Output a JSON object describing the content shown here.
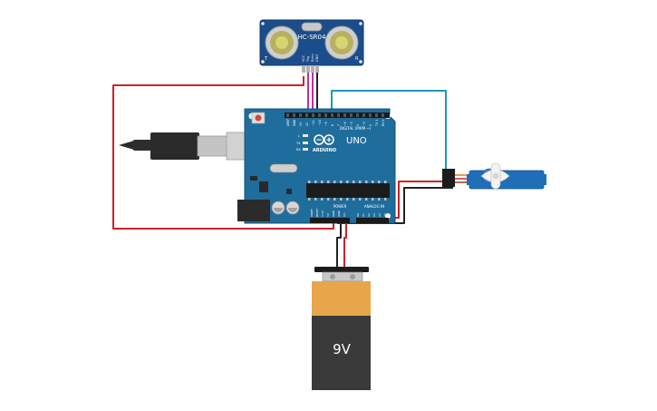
{
  "sensor": {
    "label": "HC-SR04",
    "pin_labels": [
      "VCC",
      "Trig",
      "Echo",
      "GND"
    ],
    "left_mark": "T",
    "right_mark": "R"
  },
  "arduino": {
    "logo_text": "ARDUINO",
    "model": "UNO",
    "digital_label": "DIGITAL (PWM ~)",
    "power_label": "POWER",
    "analog_label": "ANALOG IN",
    "aref_label": "AREF",
    "gnd_label": "GND",
    "led_labels": [
      "L",
      "TX",
      "RX"
    ],
    "top_pins": [
      "13",
      "12",
      "~11",
      "~10",
      "~9",
      "8",
      "7",
      "~6",
      "~5",
      "4",
      "~3",
      "2",
      "TX 1",
      "RX 0"
    ],
    "power_pins": [
      "IOREF",
      "RESET",
      "3.3V",
      "5V",
      "GND",
      "GND",
      "Vin"
    ],
    "analog_pins": [
      "A0",
      "A1",
      "A2",
      "A3",
      "A4",
      "A5"
    ]
  },
  "battery": {
    "label": "9V"
  },
  "colors": {
    "board": "#1f6d9c",
    "wire_red": "#d0202a",
    "wire_black": "#222222",
    "wire_teal": "#1b9bb0",
    "wire_pink": "#c0309b",
    "servo_body": "#1f6fb8",
    "battery_top": "#e8a54a",
    "battery_body": "#3a3a3a"
  }
}
